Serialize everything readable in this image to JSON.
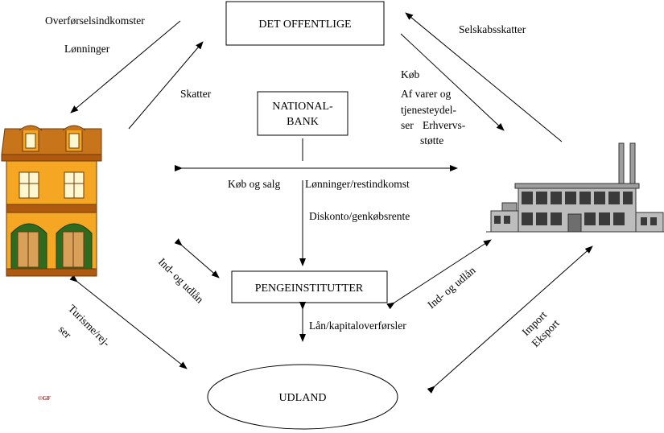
{
  "nodes": {
    "offentlige": "DET OFFENTLIGE",
    "nationalbank_line1": "NATIONAL-",
    "nationalbank_line2": "BANK",
    "pengeinstitutter": "PENGEINSTITUTTER",
    "udland": "UDLAND"
  },
  "labels": {
    "overforsel": "Overførselsindkomster",
    "lonninger_left": "Lønninger",
    "skatter": "Skatter",
    "selskabsskatter": "Selskabsskatter",
    "kob": "Køb",
    "af_varer": "Af varer og",
    "tjenesteydel": "tjenesteydel-",
    "ser": "ser",
    "erhvervs": "Erhvervs-",
    "stotte": "støtte",
    "kob_og_salg": "Køb og salg",
    "lonninger_rente": "Lønninger/restindkomst",
    "diskonto": "Diskonto/genkøbsrente",
    "ind_udlan_left": "Ind- og udlån",
    "ind_udlan_right": "Ind- og udlån",
    "laan_kapital": "Lån/kapitaloverførsler",
    "turisme": "Turisme/rej-",
    "turisme_ser": "ser",
    "import": "Import",
    "eksport": "Eksport",
    "copyright": "©GF"
  },
  "icons": {
    "household": "house-icon",
    "business": "factory-icon"
  },
  "colors": {
    "house_wall": "#f5a623",
    "house_roof": "#c8741a",
    "house_trim": "#b05a10",
    "window_green": "#2e6b1e",
    "factory_gray": "#bdbdbd"
  }
}
